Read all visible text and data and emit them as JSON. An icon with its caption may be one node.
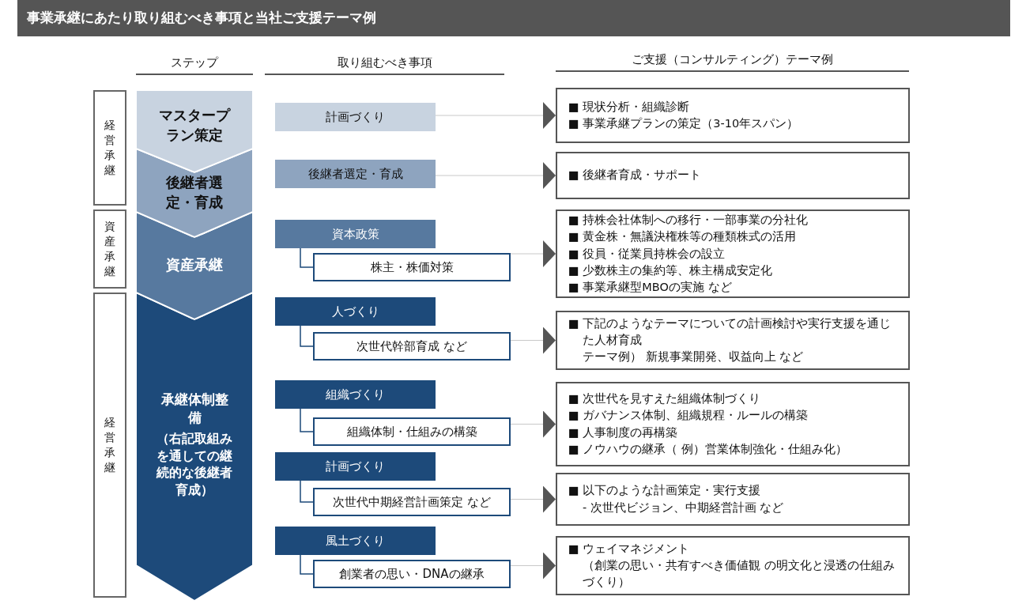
{
  "diagram": {
    "title": "事業承継にあたり取り組むべき事項と当社ご支援テーマ例",
    "nodes": [
      {
        "text": [
          "経営承継"
        ]
      },
      {
        "text": [
          "資産承継"
        ]
      },
      {
        "text": [
          "経営承継"
        ]
      },
      {
        "text": [
          "マスタープラン策定"
        ]
      },
      {
        "text": [
          "後継者選定・育成"
        ]
      },
      {
        "text": [
          "資産承継"
        ]
      },
      {
        "text": [
          "承継体制整備",
          "（右記取組みを通しての継続的な後継者育成）"
        ]
      },
      {
        "text": [
          "計画づくり"
        ]
      },
      {
        "text": [
          "■ 現状分析・組織診断",
          "■ 事業承継プランの策定（3-10年スパン）"
        ]
      },
      {
        "text": [
          "後継者選定・育成"
        ]
      },
      {
        "text": [
          "■ 後継者育成・サポート"
        ]
      },
      {
        "text": [
          "資本政策"
        ]
      },
      {
        "text": [
          "株主・株価対策"
        ]
      },
      {
        "text": [
          "■ 持株会社体制への移行・一部事業の分社化",
          "■ 黄金株・無議決権株等の種類株式の活用",
          "■ 役員・従業員持株会の設立",
          "■ 少数株主の集約等、株主構成安定化",
          "■ 事業承継型MBOの実施 など"
        ]
      },
      {
        "text": [
          "人づくり"
        ]
      },
      {
        "text": [
          "次世代幹部育成 など"
        ]
      },
      {
        "text": [
          "■ 下記のようなテーマについての計画検討や実行支援を通じた人材育成",
          "テーマ例） 新規事業開発、収益向上 など"
        ]
      },
      {
        "text": [
          "組織づくり"
        ]
      },
      {
        "text": [
          "組織体制・仕組みの構築"
        ]
      },
      {
        "text": [
          "■ 次世代を見すえた組織体制づくり",
          "■ ガバナンス体制、組織規程・ルールの構築",
          "■ 人事制度の再構築",
          "■ ノウハウの継承（ 例）営業体制強化・仕組み化）"
        ]
      },
      {
        "text": [
          "計画づくり"
        ]
      },
      {
        "text": [
          "次世代中期経営計画策定 など"
        ]
      },
      {
        "text": [
          "■ 以下のような計画策定・実行支援",
          "- 次世代ビジョン、中期経営計画 など"
        ]
      },
      {
        "text": [
          "風土づくり"
        ]
      },
      {
        "text": [
          "創業者の思い・DNAの継承"
        ]
      },
      {
        "text": [
          "■ ウェイマネジメント",
          "（創業の思い・共有すべき価値観 の明文化と浸透の仕組みづくり）"
        ]
      }
    ],
    "edges": [
      {
        "from": 7,
        "to": 8,
        "arrow": "to"
      },
      {
        "from": 9,
        "to": 10,
        "arrow": "to"
      },
      {
        "from": 11,
        "to": 12,
        "arrow": "none",
        "color": "#1d4a7a"
      },
      {
        "from": 12,
        "to": 13,
        "arrow": "to"
      },
      {
        "from": 14,
        "to": 15,
        "arrow": "none",
        "color": "#1d4a7a"
      },
      {
        "from": 15,
        "to": 16,
        "arrow": "to"
      },
      {
        "from": 17,
        "to": 18,
        "arrow": "none",
        "color": "#1d4a7a"
      },
      {
        "from": 18,
        "to": 19,
        "arrow": "to"
      },
      {
        "from": 20,
        "to": 21,
        "arrow": "none",
        "color": "#1d4a7a"
      },
      {
        "from": 21,
        "to": 22,
        "arrow": "to"
      },
      {
        "from": 23,
        "to": 24,
        "arrow": "none",
        "color": "#1d4a7a"
      },
      {
        "from": 24,
        "to": 25,
        "arrow": "to"
      }
    ],
    "labels": [
      "ステップ",
      "取り組むべき事項",
      "ご支援（コンサルティング）テーマ例"
    ]
  }
}
